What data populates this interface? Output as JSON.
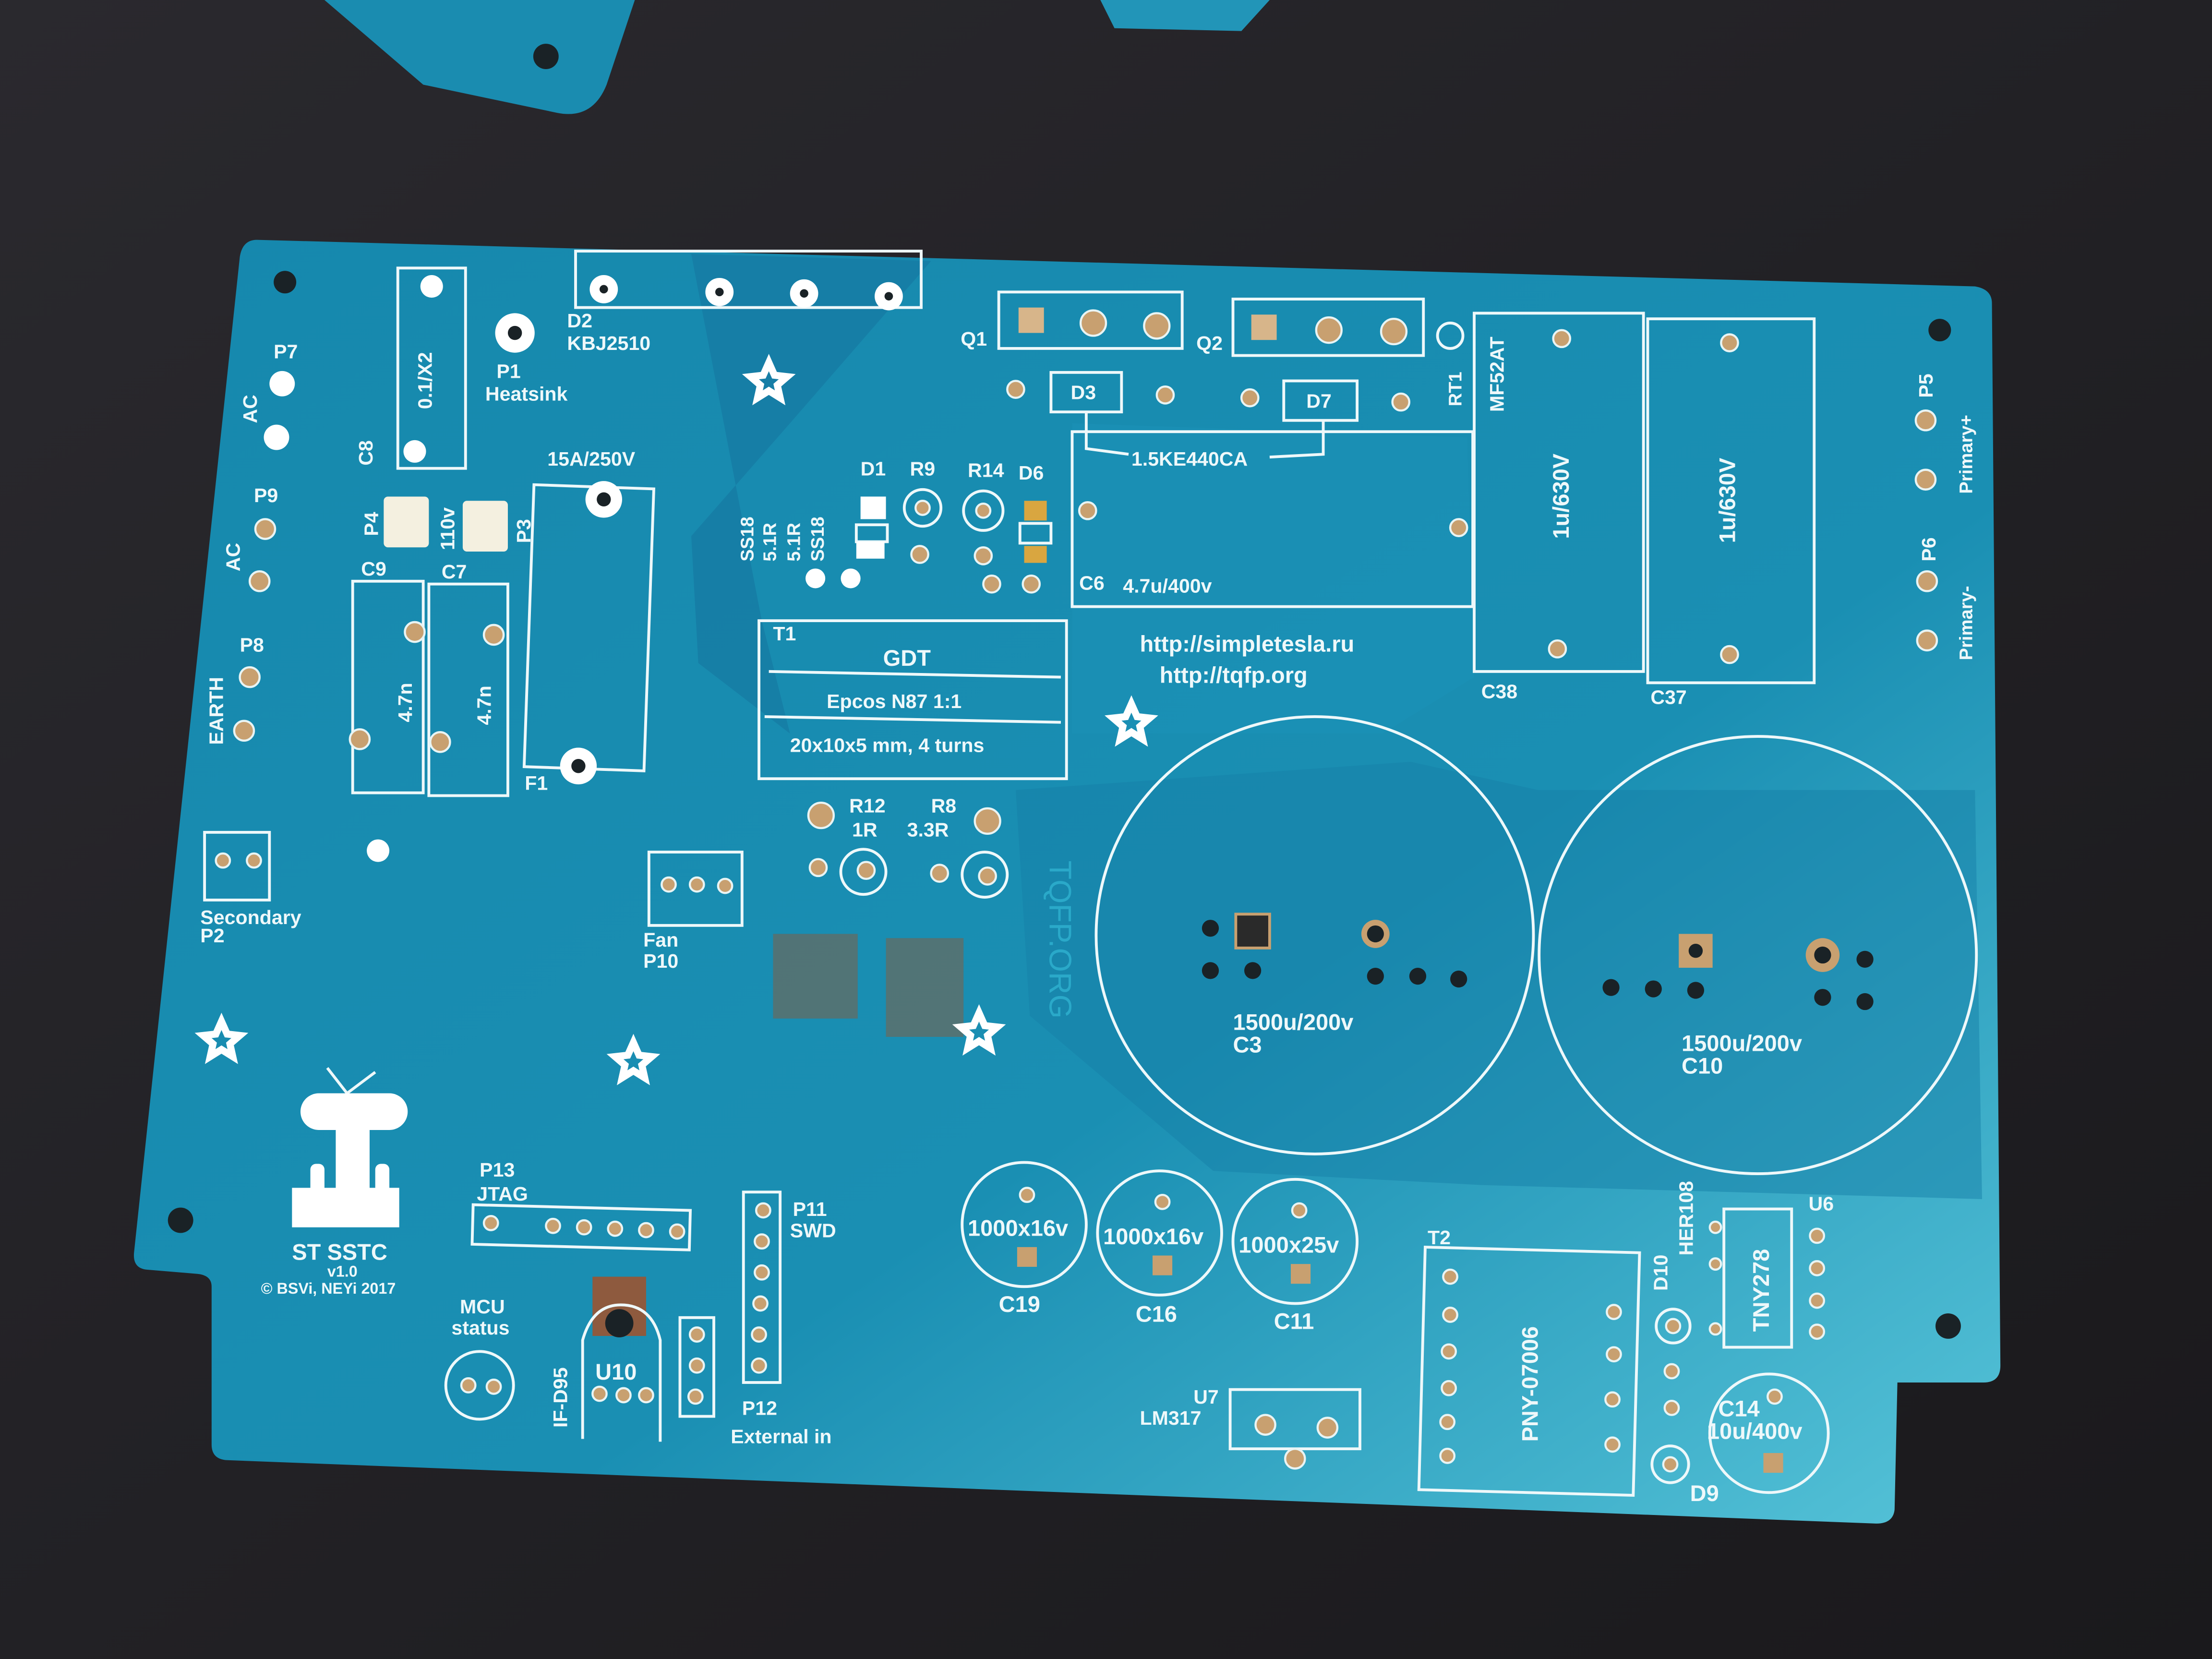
{
  "colors": {
    "background": "#1e1d21",
    "board": "#1583a6",
    "board_light": "#1e9cc0",
    "silkscreen": "#eef8fa",
    "copper": "#b07a50"
  },
  "top": {
    "d2": "D2",
    "kbj": "KBJ2510",
    "p1": "P1",
    "heatsink": "Heatsink",
    "x2": "0.1/X2",
    "c8": "C8",
    "q1": "Q1",
    "q2": "Q2",
    "d3": "D3",
    "d7": "D7",
    "tvs": "1.5KE440CA",
    "rt1": "RT1",
    "mf52": "MF52AT"
  },
  "left": {
    "p7": "P7",
    "ac1": "AC",
    "p9": "P9",
    "ac2": "AC",
    "p8": "P8",
    "earth": "EARTH",
    "p4": "P4",
    "v110": "110v",
    "p3": "P3",
    "c9": "C9",
    "c7": "C7",
    "c9v": "4.7n",
    "c7v": "4.7n",
    "fuse": "15A/250V",
    "f1": "F1"
  },
  "mid": {
    "ss18a": "SS18",
    "r51a": "5.1R",
    "r51b": "5.1R",
    "ss18b": "SS18",
    "d1": "D1",
    "r9": "R9",
    "r14": "R14",
    "d6": "D6",
    "c6": "C6",
    "c6v": "4.7u/400v",
    "t1": "T1",
    "gdt": "GDT",
    "core": "Epcos N87 1:1",
    "turns": "20x10x5 mm, 4 turns",
    "url1": "http://simpletesla.ru",
    "url2": "http://tqfp.org",
    "r12": "R12",
    "r12v": "1R",
    "r8": "R8",
    "r8v": "3.3R",
    "tqfp": "TQFP.ORG"
  },
  "right": {
    "c38v": "1u/630V",
    "c37v": "1u/630V",
    "c38": "C38",
    "c37": "C37",
    "p5": "P5",
    "primp": "Primary+",
    "p6": "P6",
    "primm": "Primary-",
    "c3v": "1500u/200v",
    "c3": "C3",
    "c10v": "1500u/200v",
    "c10": "C10"
  },
  "lower": {
    "secondary": "Secondary",
    "p2": "P2",
    "fan": "Fan",
    "p10": "P10",
    "brand": "ST SSTC",
    "version": "v1.0",
    "copyright": "© BSVi, NEYi 2017",
    "p13": "P13",
    "jtag": "JTAG",
    "mcu": "MCU",
    "status": "status",
    "ifd95": "IF-D95",
    "u10": "U10",
    "p11": "P11",
    "swd": "SWD",
    "p12": "P12",
    "ext": "External in",
    "c19v": "1000x16v",
    "c19": "C19",
    "c16v": "1000x16v",
    "c16": "C16",
    "c11v": "1000x25v",
    "c11": "C11",
    "u7": "U7",
    "lm317": "LM317",
    "t2": "T2",
    "pny": "PNY-07006",
    "d10": "D10",
    "her108": "HER108",
    "tny": "TNY278",
    "u6": "U6",
    "c14": "C14",
    "c14v": "10u/400v",
    "d9": "D9"
  }
}
